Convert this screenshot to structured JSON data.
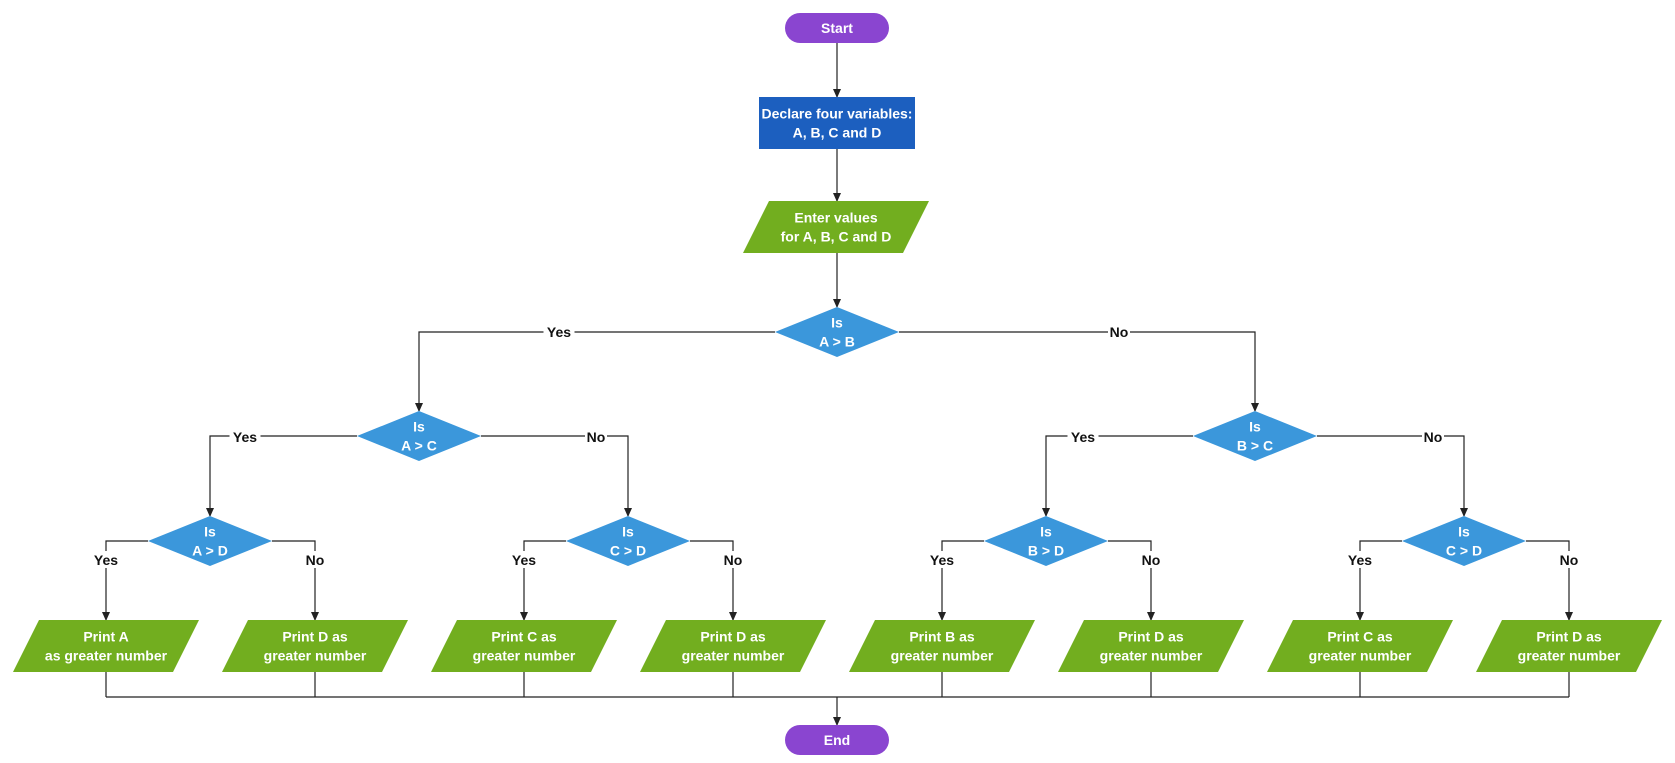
{
  "colors": {
    "terminator": "#8a45d0",
    "process": "#1c5fbf",
    "io": "#72ae1f",
    "decision": "#3b97db",
    "line": "#222222"
  },
  "nodes": {
    "start": {
      "lines": [
        "Start"
      ]
    },
    "declare": {
      "lines": [
        "Declare four variables:",
        "A, B, C and D"
      ]
    },
    "input": {
      "lines": [
        "Enter values",
        "for A, B, C and D"
      ]
    },
    "d_ab": {
      "lines": [
        "Is",
        "A > B"
      ]
    },
    "d_ac": {
      "lines": [
        "Is",
        "A > C"
      ]
    },
    "d_bc": {
      "lines": [
        "Is",
        "B > C"
      ]
    },
    "d_ad": {
      "lines": [
        "Is",
        "A > D"
      ]
    },
    "d_cd1": {
      "lines": [
        "Is",
        "C > D"
      ]
    },
    "d_bd": {
      "lines": [
        "Is",
        "B > D"
      ]
    },
    "d_cd2": {
      "lines": [
        "Is",
        "C > D"
      ]
    },
    "out_a": {
      "lines": [
        "Print A",
        "as greater number"
      ]
    },
    "out_d1": {
      "lines": [
        "Print D as",
        "greater number"
      ]
    },
    "out_c1": {
      "lines": [
        "Print C as",
        "greater number"
      ]
    },
    "out_d2": {
      "lines": [
        "Print D as",
        "greater number"
      ]
    },
    "out_b": {
      "lines": [
        "Print B as",
        "greater number"
      ]
    },
    "out_d3": {
      "lines": [
        "Print D as",
        "greater number"
      ]
    },
    "out_c2": {
      "lines": [
        "Print C as",
        "greater number"
      ]
    },
    "out_d4": {
      "lines": [
        "Print D as",
        "greater number"
      ]
    },
    "end": {
      "lines": [
        "End"
      ]
    }
  },
  "branch_labels": {
    "yes": "Yes",
    "no": "No"
  }
}
